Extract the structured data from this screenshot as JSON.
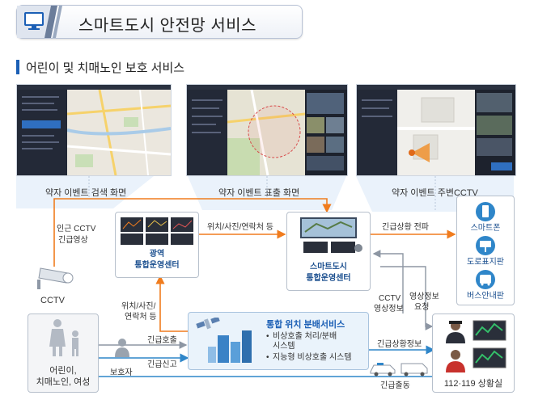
{
  "header": {
    "title": "스마트도시 안전망 서비스"
  },
  "section": {
    "title": "어린이 및 치매노인 보호 서비스"
  },
  "screenshots": [
    {
      "caption": "약자 이벤트 검색 화면"
    },
    {
      "caption": "약자 이벤트 표출 화면"
    },
    {
      "caption": "약자 이벤트 주변CCTV"
    }
  ],
  "nodes": {
    "cctv": {
      "label": "CCTV"
    },
    "regional_center": {
      "line1": "광역",
      "line2": "통합운영센터"
    },
    "smartcity_center": {
      "line1": "스마트도시",
      "line2": "통합운영센터"
    },
    "devices": {
      "smartphone": "스마트폰",
      "road_sign": "도로표지판",
      "bus_board": "버스안내판"
    },
    "vulnerable": {
      "line1": "어린이,",
      "line2": "치매노인, 여성"
    },
    "guardian": {
      "label": "보호자"
    },
    "situation_room": {
      "label": "112·119 상황실"
    },
    "location_service": {
      "title": "통합 위치 분배서비스",
      "bullet1_line1": "비상호출 처리/분배",
      "bullet1_line2": "시스템",
      "bullet2": "지능형 비상호출 시스템"
    }
  },
  "edges": {
    "cctv_up_line1": "인근 CCTV",
    "cctv_up_line2": "긴급영상",
    "regional_to_city": "위치/사진/연락처 등",
    "city_to_devices": "긴급상황 전파",
    "service_to_regional_line1": "위치/사진/",
    "service_to_regional_line2": "연락처 등",
    "emergency_call": "긴급호출",
    "emergency_report": "긴급신고",
    "cctv_video_line1": "CCTV",
    "cctv_video_line2": "영상정보",
    "video_request_line1": "영상정보",
    "video_request_line2": "요청",
    "emergency_info": "긴급상황정보",
    "emergency_dispatch": "긴급출동"
  },
  "colors": {
    "orange": "#f07c1e",
    "blue": "#2f86c9",
    "gray": "#8d96a3",
    "accent": "#1b5fb5"
  }
}
